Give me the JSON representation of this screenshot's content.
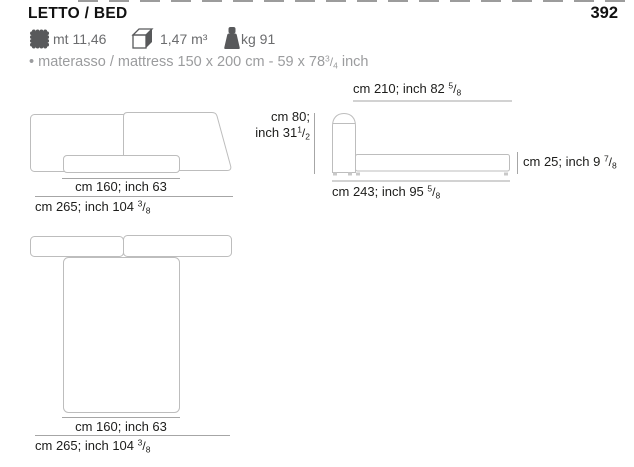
{
  "page": {
    "title": "LETTO / BED",
    "page_number": "392"
  },
  "specs": {
    "items": [
      {
        "icon": "fabric-swatch-icon",
        "label": "mt 11,46"
      },
      {
        "icon": "cube-icon",
        "label": "1,47 m³"
      },
      {
        "icon": "weight-icon",
        "label": "kg 91"
      }
    ]
  },
  "mattress_note": {
    "bullet": "•",
    "text": "materasso / mattress 150 x 200 cm - 59 x 78",
    "frac": {
      "num": "3",
      "den": "4"
    },
    "suffix": " inch"
  },
  "views": {
    "front": {
      "name": "front view",
      "mattress_width": {
        "text": "cm 160; inch 63",
        "frac": {
          "num": "",
          "den": ""
        }
      },
      "total_width": {
        "text": "cm 265; inch 104 ",
        "frac": {
          "num": "3",
          "den": "8"
        }
      }
    },
    "side": {
      "name": "side view",
      "total_depth": {
        "text": "cm 210; inch 82 ",
        "frac": {
          "num": "5",
          "den": "8"
        }
      },
      "headboard_height_cm": {
        "text": "cm 80;",
        "frac": {
          "num": "",
          "den": ""
        }
      },
      "headboard_height_inch": {
        "text": "inch 31",
        "frac": {
          "num": "1",
          "den": "2"
        }
      },
      "base_height": {
        "text": "cm 25; inch 9 ",
        "frac": {
          "num": "7",
          "den": "8"
        }
      },
      "base_depth": {
        "text": "cm 243; inch 95 ",
        "frac": {
          "num": "5",
          "den": "8"
        }
      }
    },
    "top": {
      "name": "top view",
      "mattress_width": {
        "text": "cm 160; inch 63",
        "frac": {
          "num": "",
          "den": ""
        }
      },
      "total_width": {
        "text": "cm 265; inch 104 ",
        "frac": {
          "num": "3",
          "den": "8"
        }
      }
    }
  },
  "colors": {
    "label_text": "#1d1d1b",
    "spec_text": "#6b6c6e",
    "note_text": "#9b9c9e",
    "icon_gray": "#58595b",
    "outline_gray": "#bdbdbd",
    "dim_line_gray": "#a6a6a6"
  }
}
